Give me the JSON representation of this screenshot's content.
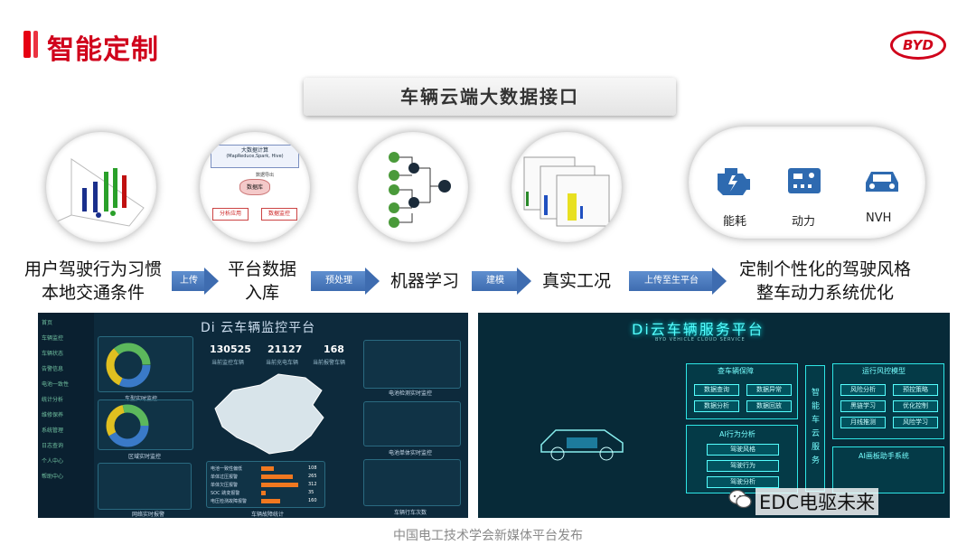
{
  "header": {
    "title": "智能定制",
    "logo_text": "BYD"
  },
  "banner": {
    "text": "车辆云端大数据接口"
  },
  "pipeline": {
    "steps": [
      {
        "line1": "用户驾驶行为习惯",
        "line2": "本地交通条件"
      },
      {
        "line1": "平台数据",
        "line2": "入库"
      },
      {
        "line1": "机器学习",
        "line2": ""
      },
      {
        "line1": "真实工况",
        "line2": ""
      },
      {
        "line1": "定制个性化的驾驶风格",
        "line2": "整车动力系统优化"
      }
    ],
    "arrows": [
      "上传",
      "预处理",
      "建模",
      "上传至生平台"
    ]
  },
  "circle2": {
    "top_label": "大数据计算",
    "sub_label": "(MapReduce,Spark, Hive)",
    "mid_label": "数据导出",
    "db_label": "数据库",
    "left_box": "分析应用",
    "right_box": "数据监控"
  },
  "pill": {
    "items": [
      {
        "icon": "engine-icon",
        "label": "能耗"
      },
      {
        "icon": "circuit-icon",
        "label": "动力"
      },
      {
        "icon": "car-icon",
        "label": "NVH"
      }
    ]
  },
  "dash1": {
    "title": "Di 云车辆监控平台",
    "stats": [
      {
        "value": "130525",
        "label": "当前监控车辆"
      },
      {
        "value": "21127",
        "label": "当前充电车辆"
      },
      {
        "value": "168",
        "label": "当前报警车辆"
      }
    ],
    "panels": [
      "车型实时监控",
      "区域实时监控",
      "电池检测实时监控",
      "电池单体实时监控",
      "网络实时报警",
      "车辆故障统计",
      "车辆行车次数"
    ],
    "fault_rows": [
      {
        "label": "电池一致性偏低",
        "value": "108"
      },
      {
        "label": "单体过压报警",
        "value": "265"
      },
      {
        "label": "单体欠压报警",
        "value": "312"
      },
      {
        "label": "SOC 跳变报警",
        "value": "35"
      },
      {
        "label": "电压检测故障报警",
        "value": "160"
      }
    ],
    "side_items": [
      "首页",
      "车辆监控",
      "车辆状态",
      "告警信息",
      "电池一致性",
      "统计分析",
      "维修保养",
      "系统管理",
      "日志查询",
      "个人中心",
      "帮助中心"
    ]
  },
  "dash2": {
    "title": "Di云车辆服务平台",
    "subtitle": "BYD VEHICLE CLOUD SERVICE",
    "panels": [
      {
        "title": "查车辆保障",
        "buttons": [
          "数据查询",
          "数据异常",
          "数据分析",
          "数据回放"
        ]
      },
      {
        "title": "AI行为分析",
        "buttons": [
          "驾驶风格",
          "驾驶行为",
          "驾驶分析"
        ]
      },
      {
        "title": "运行风控模型",
        "buttons": [
          "风险分析",
          "预控策略",
          "黑链学习",
          "优化控制",
          "月线推测",
          "风险学习"
        ]
      },
      {
        "title": "AI画板助手系统",
        "buttons": []
      }
    ],
    "center_vertical": "智能车云服务"
  },
  "watermark": "EDC电驱未来",
  "footer": "中国电工技术学会新媒体平台发布"
}
